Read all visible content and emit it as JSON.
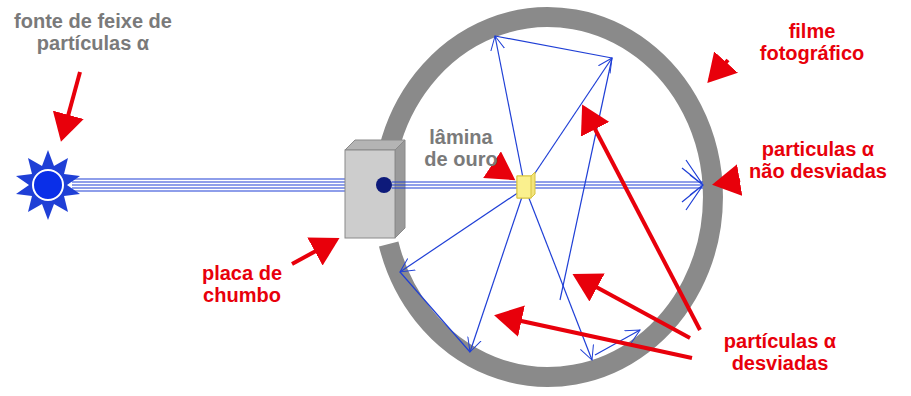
{
  "diagram": {
    "labels": [
      "fonte de feixe de partículas α",
      "lâmina de ouro",
      "filme fotográfico",
      "particulas α não desviadas",
      "placa de chumbo",
      "partículas α desviadas"
    ]
  }
}
